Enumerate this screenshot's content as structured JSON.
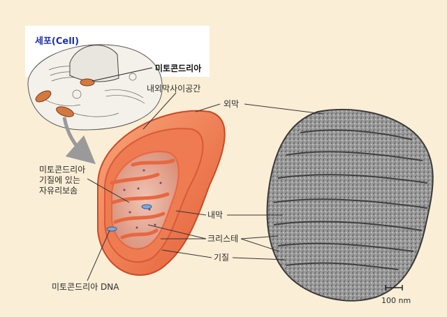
{
  "colors": {
    "background": "#fbeed6",
    "cell_panel": "#ffffff",
    "cell_title": "#1b2fb0",
    "mitochondrion_outer": "#f08a5d",
    "mitochondrion_inner": "#e8673f",
    "matrix": "#e9b5a3",
    "micrograph": "#8a8a8a",
    "leader_lines": "#333333"
  },
  "cell_inset": {
    "title": "세포(Cell)",
    "mito_label": "미토콘드리아"
  },
  "labels": {
    "intermembrane_space": "내외막사이공간",
    "outer_membrane": "외막",
    "free_ribosomes": [
      "미토콘드리아",
      "기질에 있는",
      "자유리보솜"
    ],
    "inner_membrane": "내막",
    "cristae": "크리스테",
    "matrix": "기질",
    "mito_dna": "미토콘드리아 DNA"
  },
  "scale_bar": {
    "label": "100 nm"
  }
}
